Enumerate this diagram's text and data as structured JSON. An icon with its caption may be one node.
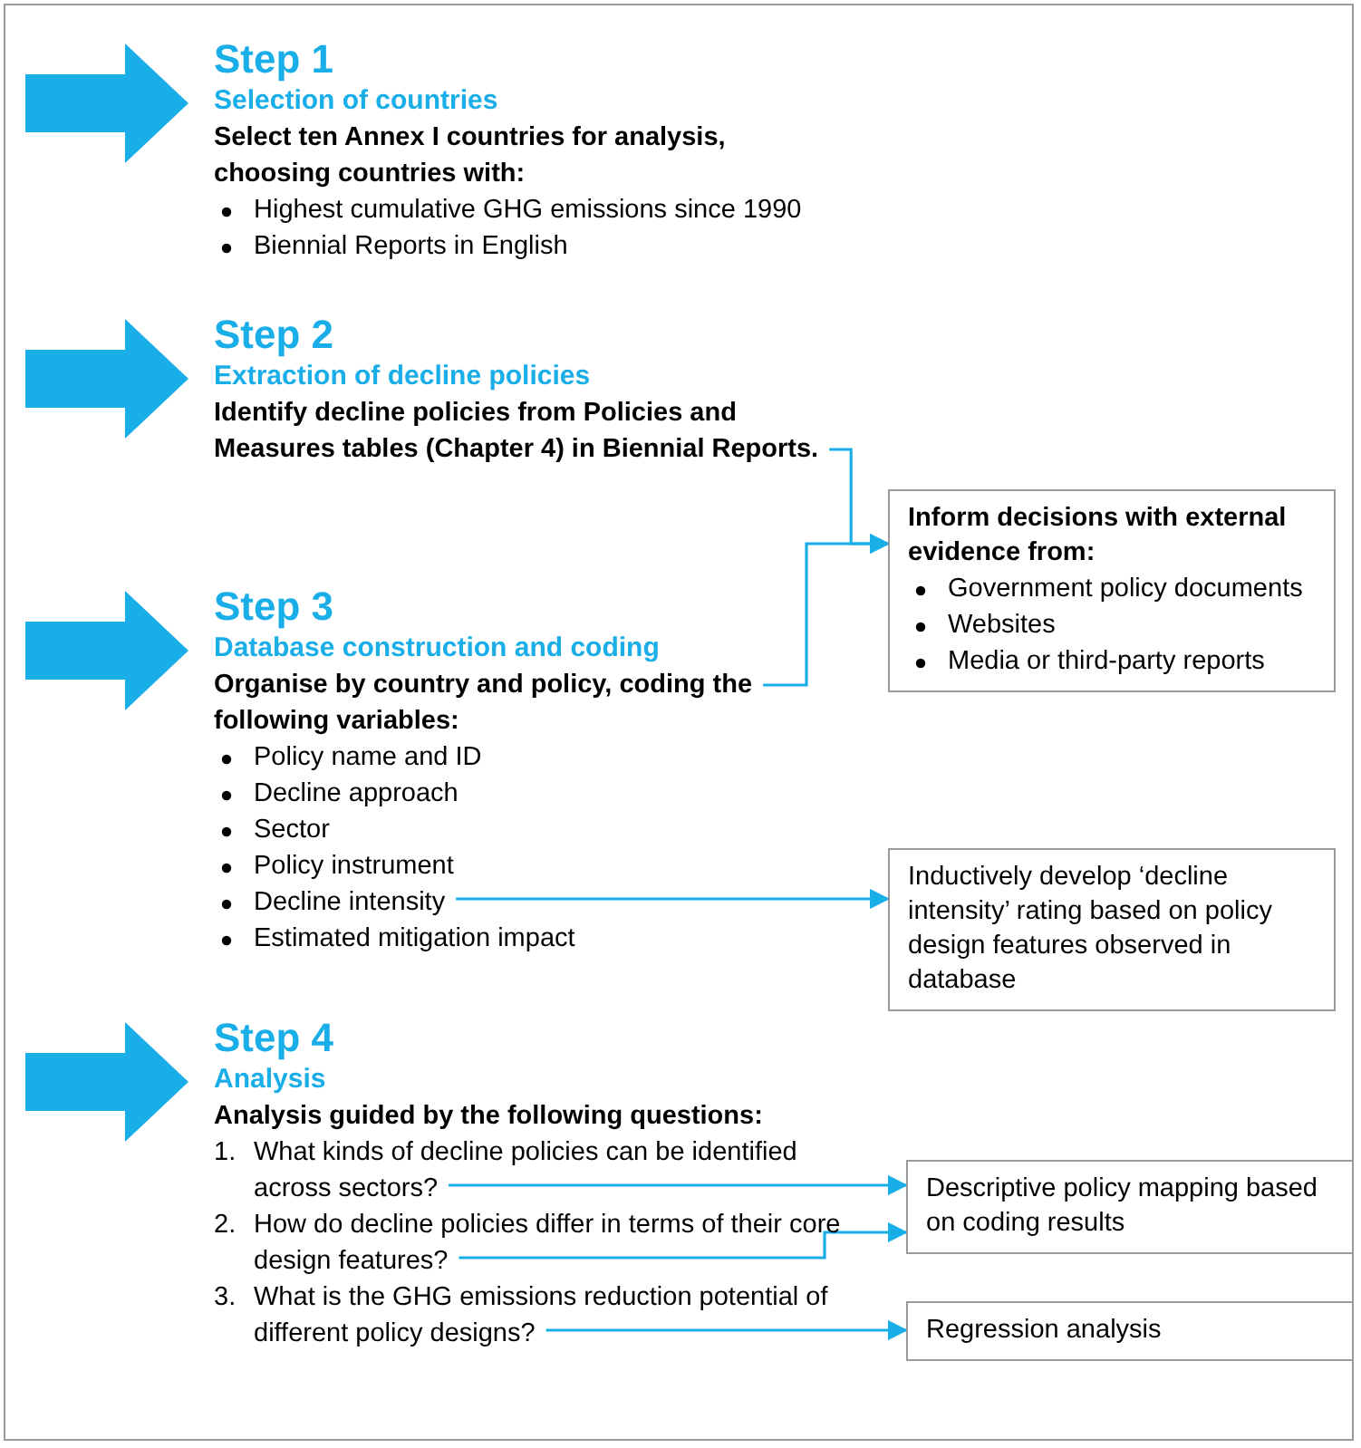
{
  "diagram": {
    "nodes": [
      {
        "text": [
          "Step 1",
          "Selection of countries",
          "Select ten Annex I countries for analysis, choosing countries with:",
          "Highest cumulative GHG emissions since 1990",
          "Biennial Reports in English"
        ]
      },
      {
        "text": [
          "Step 2",
          "Extraction of decline policies",
          "Identify decline policies from Policies and Measures tables (Chapter 4) in Biennial Reports."
        ]
      },
      {
        "text": [
          "Inform decisions with external evidence from:",
          "Government policy documents",
          "Websites",
          "Media or third-party reports"
        ]
      },
      {
        "text": [
          "Step 3",
          "Database construction and coding",
          "Organise by country and policy, coding the following variables:"
        ]
      },
      {
        "text": [
          "Policy name and ID"
        ],
        "in": 3
      },
      {
        "text": [
          "Decline approach"
        ],
        "in": 3
      },
      {
        "text": [
          "Sector"
        ],
        "in": 3
      },
      {
        "text": [
          "Policy instrument"
        ],
        "in": 3
      },
      {
        "text": [
          "Decline intensity"
        ],
        "in": 3
      },
      {
        "text": [
          "Estimated mitigation impact"
        ],
        "in": 3
      },
      {
        "text": [
          "Inductively develop ‘decline intensity’ rating based on policy design features observed in database"
        ]
      },
      {
        "text": [
          "Step 4",
          "Analysis",
          "Analysis guided by the following questions:"
        ]
      },
      {
        "text": [
          "1.",
          "What kinds of decline policies can be identified across sectors?"
        ],
        "in": 11
      },
      {
        "text": [
          "2.",
          "How do decline policies differ in terms of their core design features?"
        ],
        "in": 11
      },
      {
        "text": [
          "3.",
          "What is the GHG emissions reduction potential of different policy designs?"
        ],
        "in": 11
      },
      {
        "text": [
          "Descriptive policy mapping based on coding results"
        ]
      },
      {
        "text": [
          "Regression analysis"
        ]
      }
    ],
    "edges": [
      {
        "from": 1,
        "to": 2,
        "arrow": "to"
      },
      {
        "from": 3,
        "to": 2,
        "arrow": "to"
      },
      {
        "from": 8,
        "to": 10,
        "arrow": "to"
      },
      {
        "from": 12,
        "to": 15,
        "arrow": "to"
      },
      {
        "from": 13,
        "to": 15,
        "arrow": "to"
      },
      {
        "from": 14,
        "to": 16,
        "arrow": "to"
      }
    ]
  }
}
